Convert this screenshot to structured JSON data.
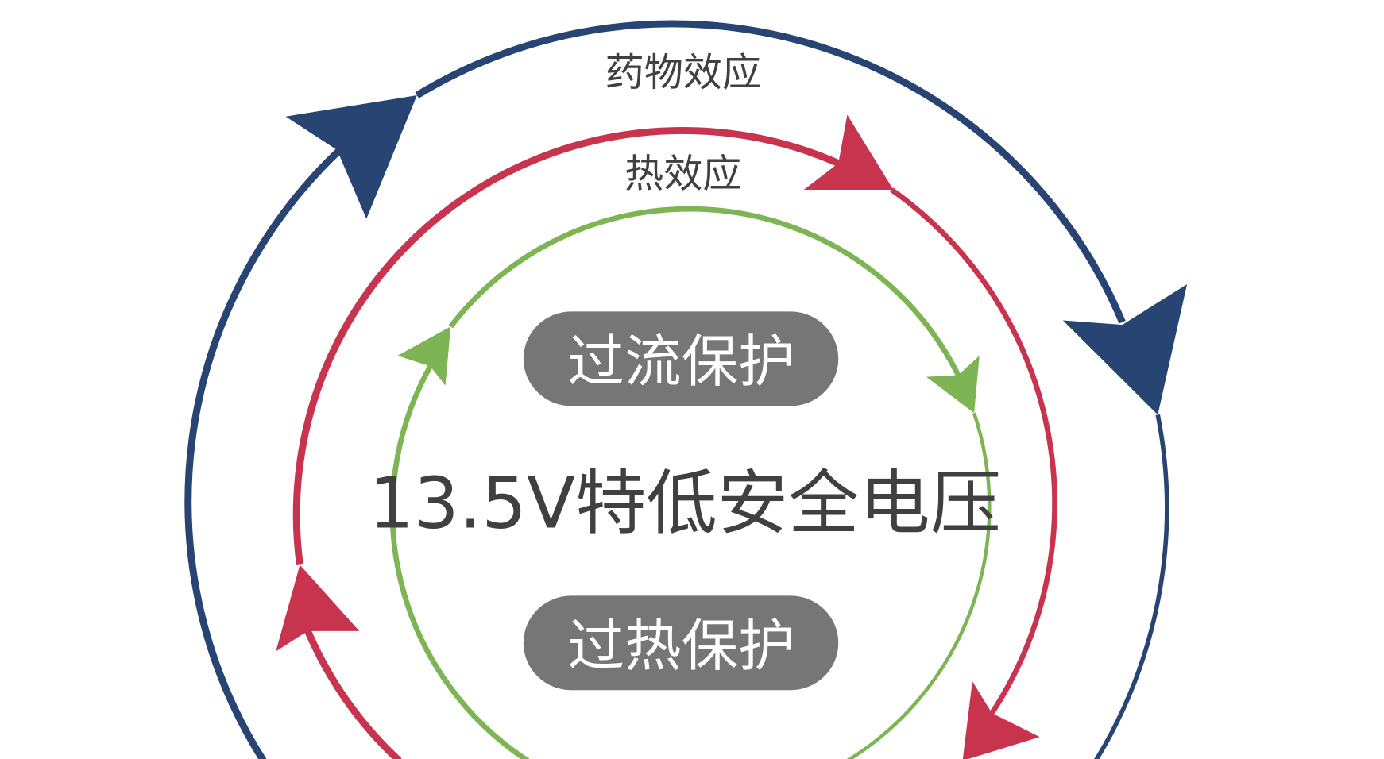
{
  "labels": {
    "outer_cycle": "药物效应",
    "middle_cycle": "热效应",
    "center": "13.5V特低安全电压"
  },
  "badges": [
    {
      "label": "过流保护"
    },
    {
      "label": "过热保护"
    }
  ],
  "colors": {
    "outer": "#284472",
    "middle": "#c8344e",
    "inner": "#7db554",
    "badge": "#767676",
    "center_text": "#404040",
    "label_text": "#404040"
  }
}
